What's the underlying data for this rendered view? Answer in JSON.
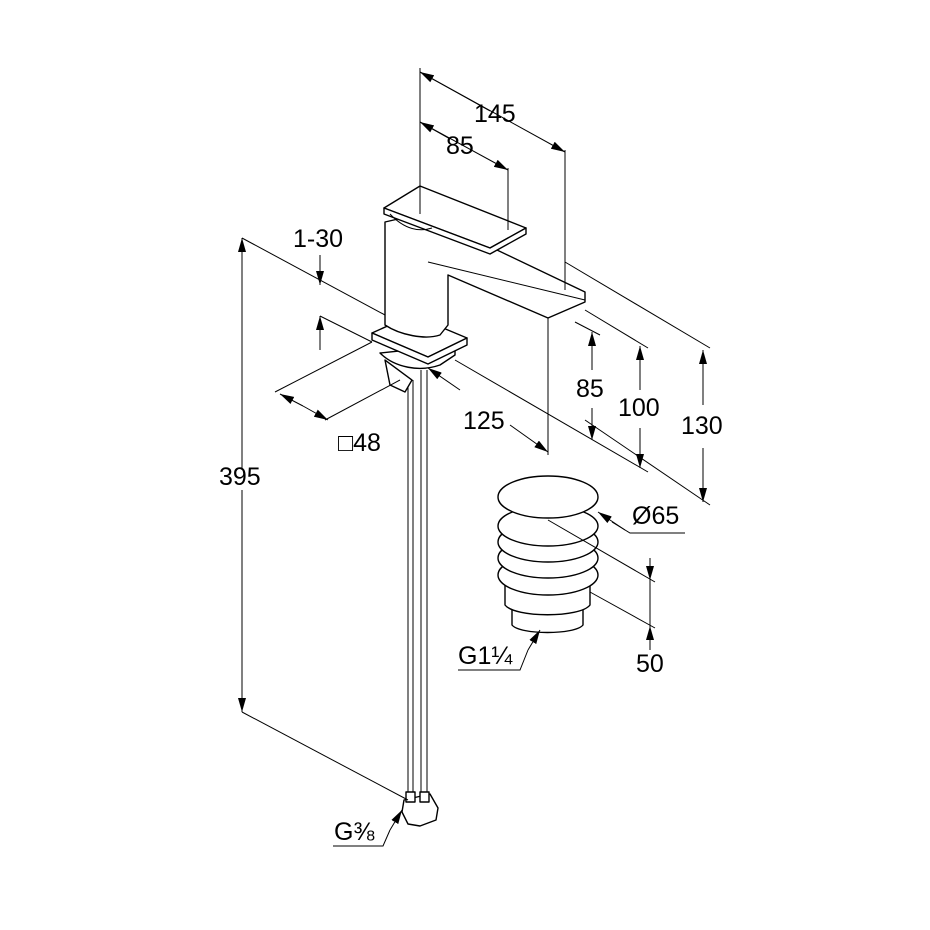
{
  "drawing": {
    "dimensions": {
      "width_total": "145",
      "width_lever": "85",
      "deck_thickness": "1-30",
      "spout_height": "85",
      "spout_height_2": "100",
      "total_height": "130",
      "spout_reach": "125",
      "base_square": "□48",
      "hose_length": "395",
      "drain_diameter": "Ø65",
      "drain_height": "50",
      "drain_thread": "G1¼",
      "hose_thread": "G⅜"
    }
  }
}
